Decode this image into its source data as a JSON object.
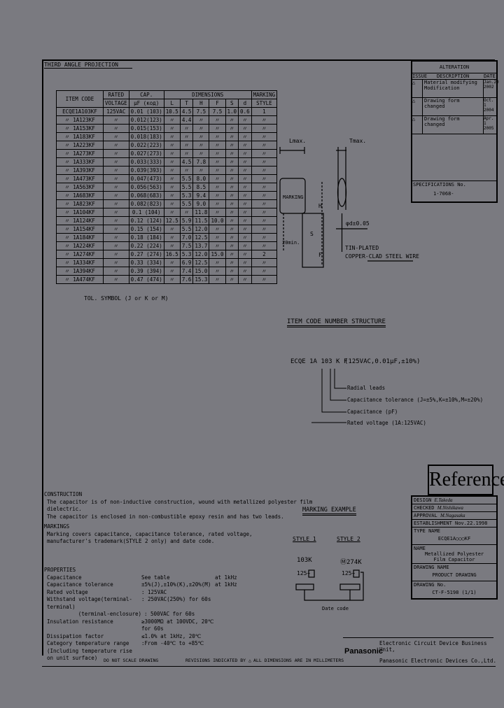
{
  "projection": "THIRD ANGLE PROJECTION",
  "table": {
    "headers": {
      "item_code": "ITEM CODE",
      "rated": "RATED",
      "voltage": "VOLTAGE",
      "cap": "CAP.",
      "cap_unit": "μF  (код)",
      "dimensions": "DIMENSIONS",
      "marking": "MARKING",
      "style": "STYLE",
      "dims": [
        "L",
        "T",
        "H",
        "F",
        "S",
        "d"
      ]
    },
    "rows": [
      [
        "ECQE1A103KF",
        "125VAC",
        "0.01 (103)",
        "10.5",
        "4.5",
        "7.5",
        "7.5",
        "1.0",
        "0.6",
        "1"
      ],
      [
        "〃 1A123KF",
        "〃",
        "0.012(123)",
        "〃",
        "4.4",
        "〃",
        "〃",
        "〃",
        "〃",
        "〃"
      ],
      [
        "〃 1A153KF",
        "〃",
        "0.015(153)",
        "〃",
        "〃",
        "〃",
        "〃",
        "〃",
        "〃",
        "〃"
      ],
      [
        "〃 1A183KF",
        "〃",
        "0.018(183)",
        "〃",
        "〃",
        "〃",
        "〃",
        "〃",
        "〃",
        "〃"
      ],
      [
        "〃 1A223KF",
        "〃",
        "0.022(223)",
        "〃",
        "〃",
        "〃",
        "〃",
        "〃",
        "〃",
        "〃"
      ],
      [
        "〃 1A273KF",
        "〃",
        "0.027(273)",
        "〃",
        "〃",
        "〃",
        "〃",
        "〃",
        "〃",
        "〃"
      ],
      [
        "〃 1A333KF",
        "〃",
        "0.033(333)",
        "〃",
        "4.5",
        "7.8",
        "〃",
        "〃",
        "〃",
        "〃"
      ],
      [
        "〃 1A393KF",
        "〃",
        "0.039(393)",
        "〃",
        "〃",
        "〃",
        "〃",
        "〃",
        "〃",
        "〃"
      ],
      [
        "〃 1A473KF",
        "〃",
        "0.047(473)",
        "〃",
        "5.5",
        "8.0",
        "〃",
        "〃",
        "〃",
        "〃"
      ],
      [
        "〃 1A563KF",
        "〃",
        "0.056(563)",
        "〃",
        "5.5",
        "8.5",
        "〃",
        "〃",
        "〃",
        "〃"
      ],
      [
        "〃 1A683KF",
        "〃",
        "0.068(683)",
        "〃",
        "5.3",
        "9.4",
        "〃",
        "〃",
        "〃",
        "〃"
      ],
      [
        "〃 1A823KF",
        "〃",
        "0.082(823)",
        "〃",
        "5.5",
        "9.0",
        "〃",
        "〃",
        "〃",
        "〃"
      ],
      [
        "〃 1A104KF",
        "〃",
        "0.1  (104)",
        "〃",
        "〃",
        "11.8",
        "〃",
        "〃",
        "〃",
        "〃"
      ],
      [
        "〃 1A124KF",
        "〃",
        "0.12 (124)",
        "12.5",
        "5.9",
        "11.5",
        "10.0",
        "〃",
        "〃",
        "〃"
      ],
      [
        "〃 1A154KF",
        "〃",
        "0.15 (154)",
        "〃",
        "5.5",
        "12.0",
        "〃",
        "〃",
        "〃",
        "〃"
      ],
      [
        "〃 1A184KF",
        "〃",
        "0.18 (184)",
        "〃",
        "7.0",
        "12.5",
        "〃",
        "〃",
        "〃",
        "〃"
      ],
      [
        "〃 1A224KF",
        "〃",
        "0.22 (224)",
        "〃",
        "7.5",
        "13.7",
        "〃",
        "〃",
        "〃",
        "〃"
      ],
      [
        "〃 1A274KF",
        "〃",
        "0.27 (274)",
        "16.5",
        "5.3",
        "12.0",
        "15.0",
        "〃",
        "〃",
        "2"
      ],
      [
        "〃 1A334KF",
        "〃",
        "0.33 (334)",
        "〃",
        "6.9",
        "12.5",
        "〃",
        "〃",
        "〃",
        "〃"
      ],
      [
        "〃 1A394KF",
        "〃",
        "0.39 (394)",
        "〃",
        "7.4",
        "15.0",
        "〃",
        "〃",
        "〃",
        "〃"
      ],
      [
        "〃 1A474KF",
        "〃",
        "0.47 (474)",
        "〃",
        "7.6",
        "15.3",
        "〃",
        "〃",
        "〃",
        "〃"
      ]
    ],
    "tol_note": "TOL. SYMBOL (J or K or M)"
  },
  "drawing": {
    "l_label": "Lmax.",
    "t_label": "Tmax.",
    "marking": "MARKING",
    "h_label": "H",
    "f_label": "F",
    "s_label": "S",
    "lead_label": "φd±0.05",
    "wire1": "TIN-PLATED",
    "wire2": "COPPER-CLAD STEEL WIRE",
    "min_label": "20min."
  },
  "structure": {
    "title": "ITEM CODE NUMBER STRUCTURE",
    "code": "ECQE 1A 103 K F",
    "example": "(125VAC,0.01μF,±10%)",
    "legend": [
      "Radial leads",
      "Capacitance tolerance (J=±5%,K=±10%,M=±20%)",
      "Capacitance (pF)",
      "Rated voltage (1A:125VAC)"
    ]
  },
  "alteration": {
    "title": "ALTERATION",
    "cols": [
      "ISSUE",
      "DESCRIPTION",
      "DATE"
    ],
    "rows": [
      [
        "Material modifying",
        "Modification",
        "Jan.20 2002"
      ],
      [
        "Drawing form changed",
        "",
        "Oct. 1 2004"
      ],
      [
        "Drawing form changed",
        "",
        "Apr. 1 2005"
      ]
    ],
    "spec_label": "SPECIFICATIONS No.",
    "spec_no": "1-7068-"
  },
  "reference": "Reference",
  "title_block": {
    "design": "DESIGN",
    "design_sig": "E.Takeda",
    "checked": "CHECKED",
    "checked_sig": "M.Nishikawa",
    "approval": "APPROVAL",
    "approval_sig": "M.Nagasaka",
    "establishment": "ESTABLISHMENT  Nov.22.1998",
    "type_name": "TYPE NAME",
    "type_value": "ECQE1A○○○KF",
    "name": "NAME",
    "name_value1": "Metallized Polyester",
    "name_value2": "Film Capacitor",
    "drawing_name": "DRAWING NAME",
    "drawing_value": "PRODUCT DRAWING",
    "drawing_no": "DRAWING No.",
    "drawing_no_value": "CT-F-5198 (1/1)"
  },
  "company": {
    "logo": "Panasonic",
    "line1": "Electronic Circuit Device Business Unit,",
    "line2": "Panasonic Electronic Devices Co.,Ltd."
  },
  "construction": {
    "title": "CONSTRUCTION",
    "lines": [
      "The capacitor is of non-inductive construction, wound with metallized polyester film",
      "dielectric.",
      "The capacitor is enclosed in non-combustible epoxy resin and has two leads."
    ]
  },
  "markings": {
    "title": "MARKINGS",
    "lines": [
      "Marking covers capacitance, capacitance tolerance, rated voltage,",
      "manufacturer's trademark(STYLE 2 only) and date code."
    ]
  },
  "marking_example": {
    "title": "MARKING EXAMPLE",
    "style1": "STYLE 1",
    "style2": "STYLE 2",
    "s1_text": "103K",
    "s1_v": "125~",
    "s2_text": "Ⓜ274K",
    "s2_v": "125~",
    "date_code": "Date code"
  },
  "properties": {
    "title": "PROPERTIES",
    "rows": [
      [
        "Capacitance",
        "See table",
        "at 1kHz"
      ],
      [
        "Capacitance tolerance",
        "±5%(J),±10%(K),±20%(M)",
        "at 1kHz"
      ],
      [
        "Rated voltage",
        ": 125VAC",
        ""
      ],
      [
        "Withstand voltage(terminal-terminal)",
        ": 250VAC(250%) for 60s",
        ""
      ],
      [
        "(terminal-enclosure)",
        ": 500VAC     for 60s",
        ""
      ],
      [
        "Insulation resistance",
        "≥3000MΩ at 100VDC, 20℃ for 60s",
        ""
      ],
      [
        "Dissipation factor",
        "≤1.0% at 1kHz, 20℃",
        ""
      ],
      [
        "Category temperature range",
        ":From -40℃ to +85℃",
        ""
      ],
      [
        "(Including temperature rise on unit surface)",
        "",
        ""
      ]
    ]
  },
  "footer": {
    "scale": "DO NOT SCALE DRAWING",
    "revisions": "REVISIONS INDICATED BY △",
    "dims": "ALL DIMENSIONS ARE IN MILLIMETERS"
  }
}
